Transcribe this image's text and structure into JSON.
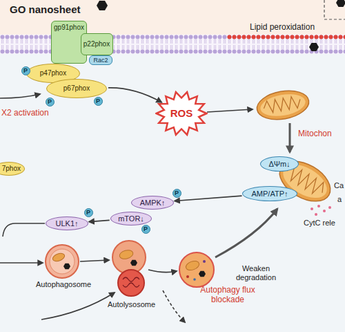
{
  "diagram": {
    "nodes": [
      {
        "text": [
          "gp91phox"
        ]
      },
      {
        "text": [
          "p22phox"
        ]
      },
      {
        "text": [
          "Rac2"
        ]
      },
      {
        "text": [
          "p47phox"
        ]
      },
      {
        "text": [
          "p67phox"
        ]
      },
      {
        "text": [
          "P"
        ]
      },
      {
        "text": [
          "P"
        ]
      },
      {
        "text": [
          "P"
        ]
      },
      {
        "text": [
          "7phox"
        ]
      },
      {
        "text": [
          "ROS"
        ]
      },
      {
        "text": [
          "ΔΨm↓"
        ]
      },
      {
        "text": [
          "AMP/ATP↑"
        ]
      },
      {
        "text": [
          "AMPK↑"
        ]
      },
      {
        "text": [
          "P"
        ]
      },
      {
        "text": [
          "mTOR↓"
        ]
      },
      {
        "text": [
          "P"
        ]
      },
      {
        "text": [
          "ULK1↑"
        ]
      },
      {
        "text": [
          "P"
        ]
      }
    ],
    "edges": [
      {
        "from": 4,
        "to": 9,
        "arrow": "to"
      },
      {
        "from": 11,
        "to": 12,
        "arrow": "to"
      },
      {
        "from": 14,
        "to": 16,
        "arrow": "to"
      }
    ],
    "labels": [
      "GO nanosheet",
      "Lipid peroxidation",
      "X2 activation",
      "Mitochon",
      "Ca",
      "a",
      "CytC rele",
      "Autophagosome",
      "Autolysosome",
      "Autophagy flux blockade",
      "Weaken degradation"
    ]
  }
}
